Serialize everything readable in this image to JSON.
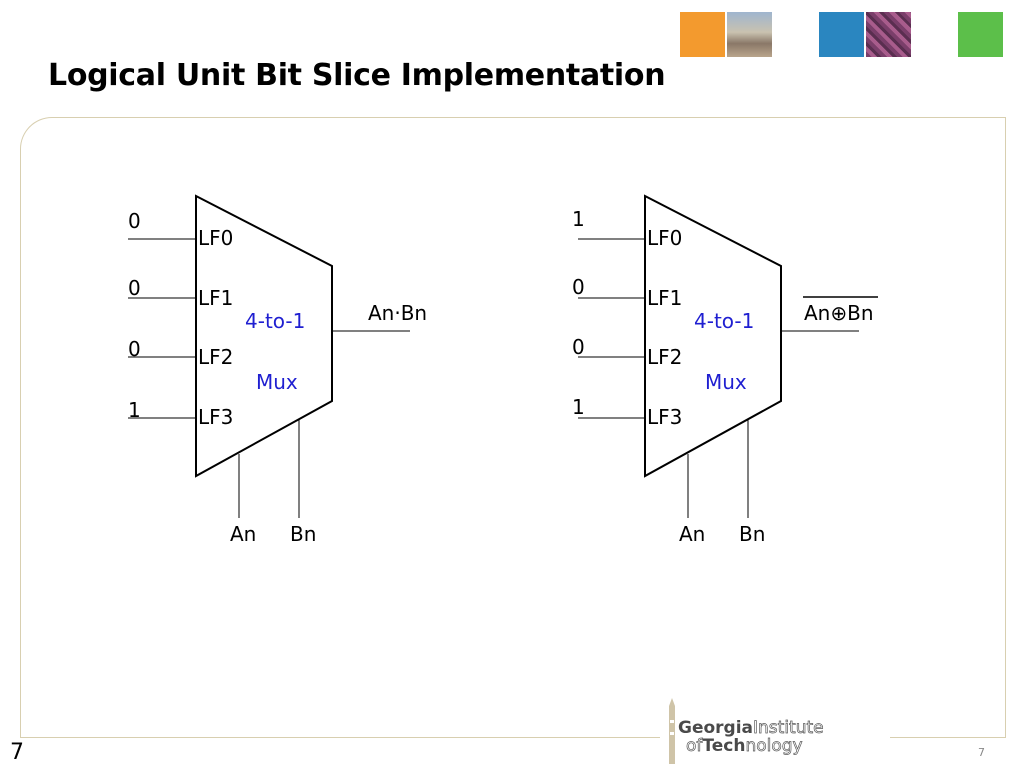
{
  "slide": {
    "title": "Logical Unit Bit Slice Implementation",
    "slide_number": "7",
    "footer_page": "7"
  },
  "logo": {
    "line1_bold": "Georgia",
    "line1_light": "Institute",
    "line2_light_a": "of",
    "line2_bold": "Tech",
    "line2_light_b": "nology"
  },
  "decor_colors": {
    "orange": "#f39a2e",
    "blue": "#2a86c0",
    "green": "#5cbf4a"
  },
  "muxes": [
    {
      "inputs": [
        {
          "value": "0",
          "port": "LF0"
        },
        {
          "value": "0",
          "port": "LF1"
        },
        {
          "value": "0",
          "port": "LF2"
        },
        {
          "value": "1",
          "port": "LF3"
        }
      ],
      "type_line1": "4-to-1",
      "type_line2": "Mux",
      "output_label": "An·Bn",
      "select_a": "An",
      "select_b": "Bn"
    },
    {
      "inputs": [
        {
          "value": "1",
          "port": "LF0"
        },
        {
          "value": "0",
          "port": "LF1"
        },
        {
          "value": "0",
          "port": "LF2"
        },
        {
          "value": "1",
          "port": "LF3"
        }
      ],
      "type_line1": "4-to-1",
      "type_line2": "Mux",
      "output_label": "An⊕Bn",
      "select_a": "An",
      "select_b": "Bn"
    }
  ]
}
